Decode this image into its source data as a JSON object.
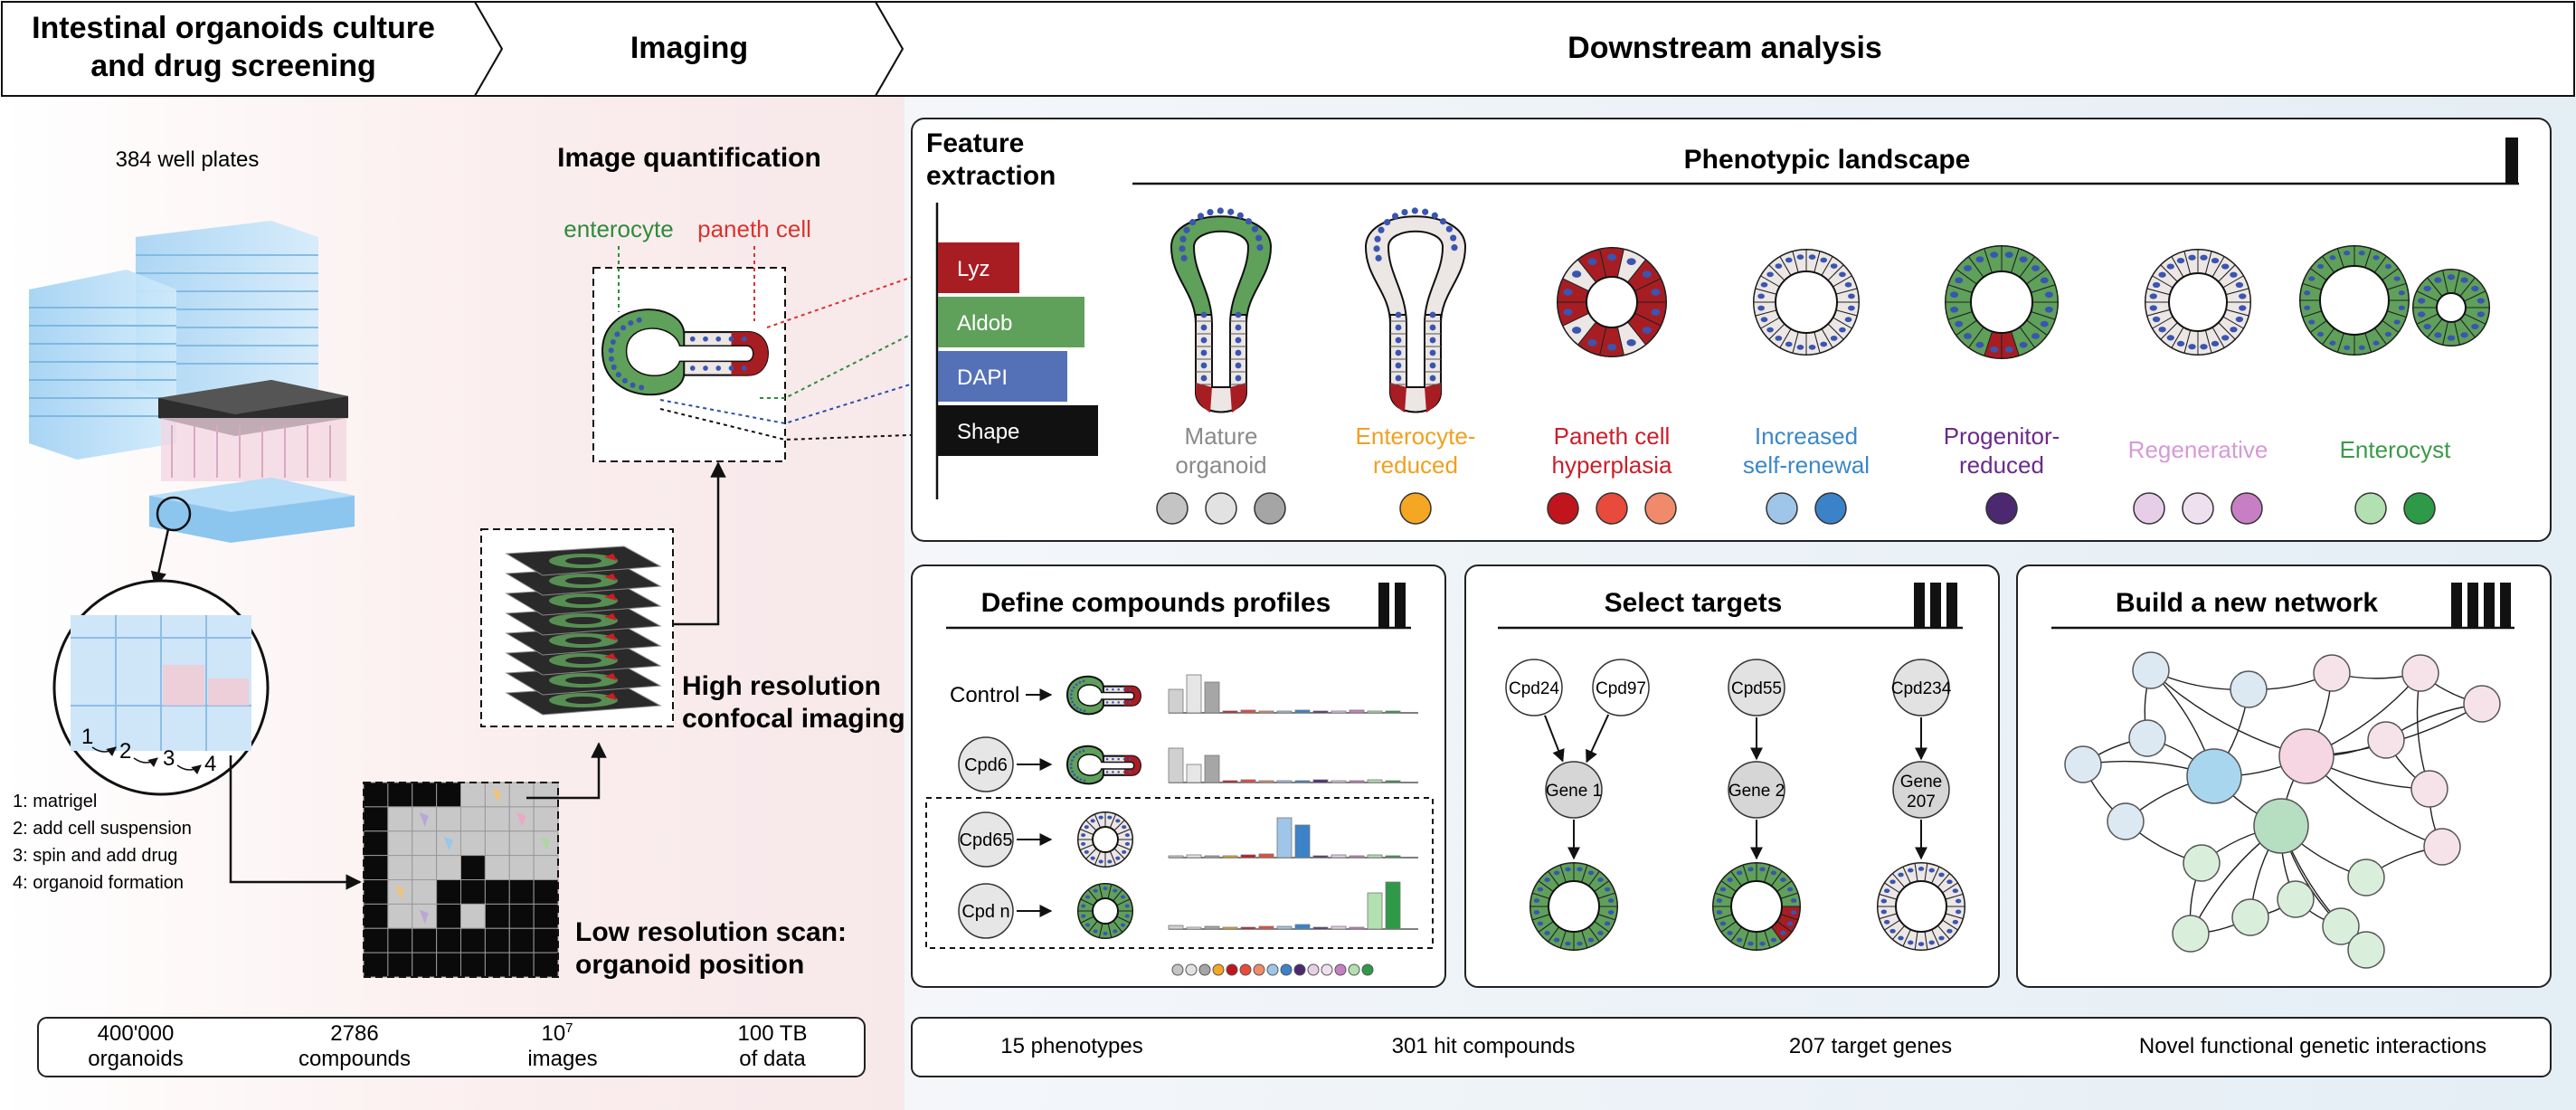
{
  "header": {
    "step1_line1": "Intestinal organoids culture",
    "step1_line2": "and drug screening",
    "step2": "Imaging",
    "step3": "Downstream analysis"
  },
  "culture": {
    "plates_label": "384 well plates",
    "steps": [
      "1: matrigel",
      "2: add cell suspension",
      "3: spin and add drug",
      "4: organoid formation"
    ],
    "step_numbers": [
      "1",
      "2",
      "3",
      "4"
    ]
  },
  "imaging": {
    "quant_title": "Image quantification",
    "label_enterocyte": "enterocyte",
    "label_paneth": "paneth cell",
    "hires_line1": "High resolution",
    "hires_line2": "confocal imaging",
    "lowres_line1": "Low resolution scan:",
    "lowres_line2": "organoid position"
  },
  "features": {
    "title_line1": "Feature",
    "title_line2": "extraction",
    "bars": [
      {
        "label": "Lyz",
        "color": "#a81d22"
      },
      {
        "label": "Aldob",
        "color": "#5fa05a"
      },
      {
        "label": "DAPI",
        "color": "#5471b8"
      },
      {
        "label": "Shape",
        "color": "#111111"
      }
    ]
  },
  "landscape": {
    "title": "Phenotypic landscape",
    "phenotypes": [
      {
        "line1": "Mature",
        "line2": "organoid",
        "color": "#8a8a8a",
        "dots": [
          "#c4c4c4",
          "#e2e2e2",
          "#a5a5a5"
        ]
      },
      {
        "line1": "Enterocyte-",
        "line2": "reduced",
        "color": "#f0a020",
        "dots": [
          "#f5a623"
        ]
      },
      {
        "line1": "Paneth cell",
        "line2": "hyperplasia",
        "color": "#c8202a",
        "dots": [
          "#c0151c",
          "#e84a3c",
          "#f08a6a"
        ]
      },
      {
        "line1": "Increased",
        "line2": "self-renewal",
        "color": "#3b87c8",
        "dots": [
          "#9fc6e8",
          "#3b82c8"
        ]
      },
      {
        "line1": "Progenitor-",
        "line2": "reduced",
        "color": "#6b2a8a",
        "dots": [
          "#4b2870"
        ]
      },
      {
        "line1": "Regenerative",
        "line2": "",
        "color": "#d69ad6",
        "dots": [
          "#e6cde8",
          "#efe0ef",
          "#c87ec4"
        ]
      },
      {
        "line1": "Enterocyst",
        "line2": "",
        "color": "#3a9a4a",
        "dots": [
          "#b3e0b0",
          "#2e9a48"
        ]
      }
    ]
  },
  "profiles": {
    "title": "Define compounds profiles",
    "rows": [
      "Control",
      "Cpd6",
      "Cpd65",
      "Cpd n"
    ]
  },
  "targets": {
    "title": "Select targets",
    "compounds": [
      "Cpd24",
      "Cpd97",
      "Cpd55",
      "Cpd234"
    ],
    "genes": [
      "Gene 1",
      "Gene 2",
      "Gene 207"
    ]
  },
  "network": {
    "title": "Build a new network"
  },
  "stats_left": [
    {
      "value": "400'000",
      "label": "organoids"
    },
    {
      "value": "2786",
      "label": "compounds"
    },
    {
      "value": "10",
      "sup": "7",
      "label": "images"
    },
    {
      "value": "100 TB",
      "label": "of data"
    }
  ],
  "stats_right": [
    "15 phenotypes",
    "301 hit compounds",
    "207 target genes",
    "Novel functional genetic interactions"
  ]
}
